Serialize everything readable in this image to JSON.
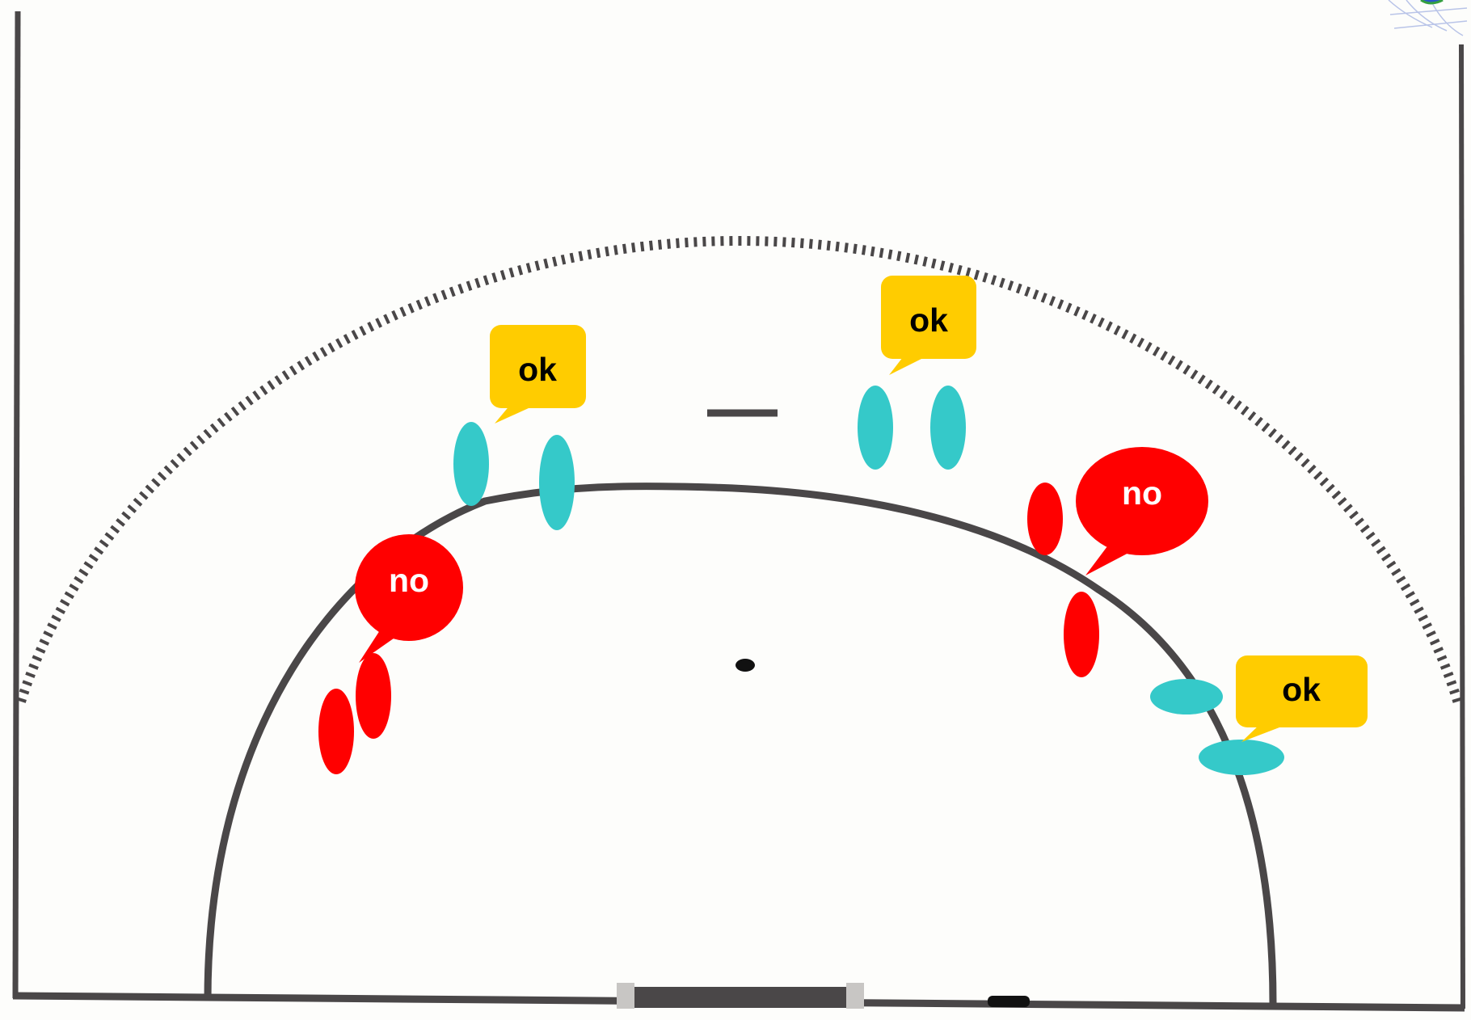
{
  "diagram": {
    "colors": {
      "court_line": "#4a4748",
      "background": "#fdfdfb",
      "ok_player": "#35c9c9",
      "no_player": "#ff0000",
      "ok_bubble": "#ffcc00",
      "no_bubble": "#ff0000",
      "ok_text": "#000000",
      "no_text": "#ffffff"
    },
    "callouts": [
      {
        "label": "ok",
        "kind": "ok",
        "position": "upper-left"
      },
      {
        "label": "ok",
        "kind": "ok",
        "position": "upper-center"
      },
      {
        "label": "no",
        "kind": "no",
        "position": "left"
      },
      {
        "label": "no",
        "kind": "no",
        "position": "right"
      },
      {
        "label": "ok",
        "kind": "ok",
        "position": "right"
      }
    ]
  }
}
